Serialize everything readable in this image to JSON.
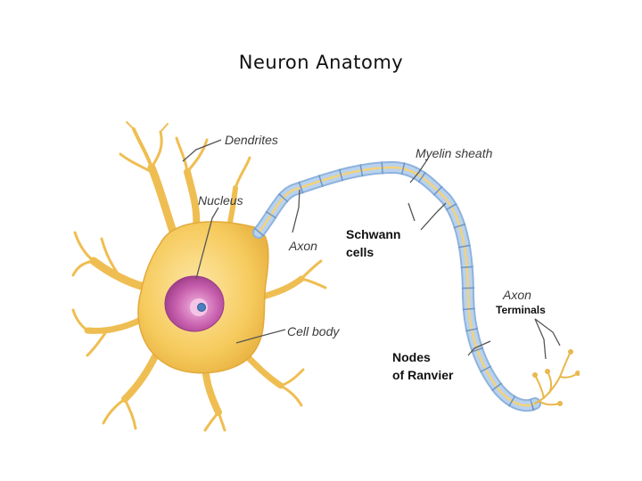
{
  "title": "Neuron Anatomy",
  "labels": {
    "dendrites": "Dendrites",
    "nucleus": "Nucleus",
    "axon": "Axon",
    "myelin_sheath": "Myelin sheath",
    "schwann_line1": "Schwann",
    "schwann_line2": "cells",
    "axon_terminals_line1": "Axon",
    "axon_terminals_line2": "Terminals",
    "cell_body": "Cell body",
    "nodes_line1": "Nodes",
    "nodes_line2": "of Ranvier"
  },
  "colors": {
    "cell_body": "#f6c95a",
    "cell_body_light": "#fbe3a0",
    "nucleus": "#c45aa8",
    "nucleolus": "#4a7fc0",
    "myelin": "#a9c6e6",
    "axon_core": "#f3d27a"
  }
}
